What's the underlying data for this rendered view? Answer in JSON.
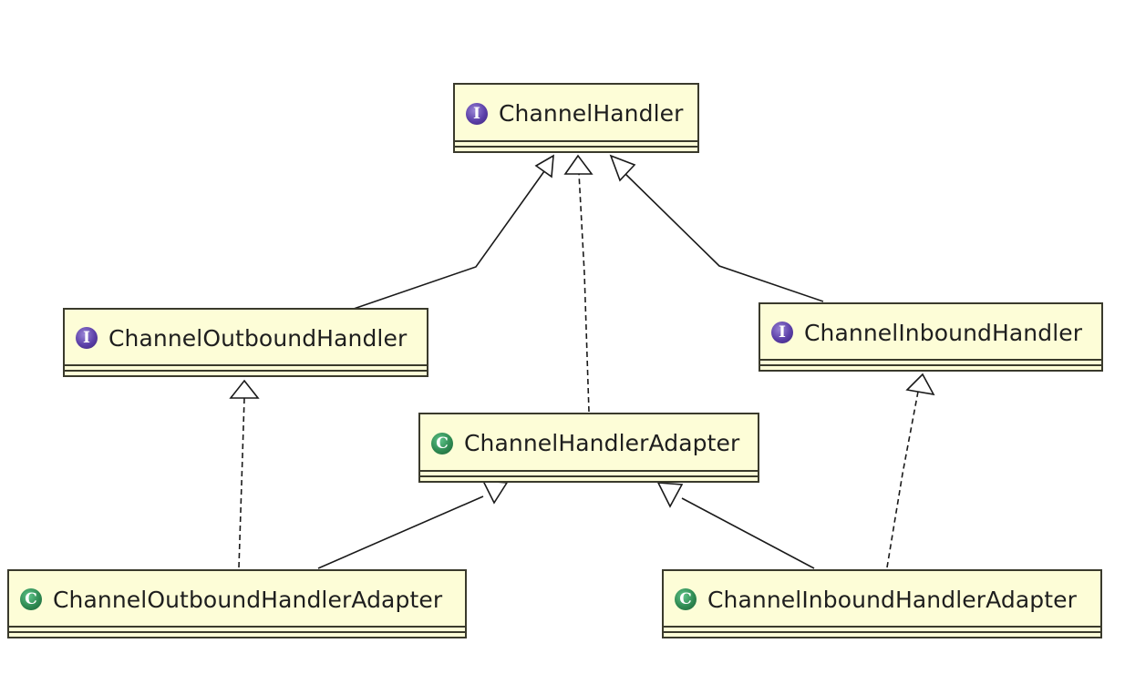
{
  "diagram": {
    "nodes": {
      "channel_handler": {
        "name": "ChannelHandler",
        "kind": "interface",
        "badge": "I"
      },
      "channel_outbound_handler": {
        "name": "ChannelOutboundHandler",
        "kind": "interface",
        "badge": "I"
      },
      "channel_inbound_handler": {
        "name": "ChannelInboundHandler",
        "kind": "interface",
        "badge": "I"
      },
      "channel_handler_adapter": {
        "name": "ChannelHandlerAdapter",
        "kind": "class",
        "badge": "C"
      },
      "channel_outbound_handler_adapter": {
        "name": "ChannelOutboundHandlerAdapter",
        "kind": "class",
        "badge": "C"
      },
      "channel_inbound_handler_adapter": {
        "name": "ChannelInboundHandlerAdapter",
        "kind": "class",
        "badge": "C"
      }
    },
    "edges": [
      {
        "from": "channel_outbound_handler",
        "to": "channel_handler",
        "type": "generalization"
      },
      {
        "from": "channel_inbound_handler",
        "to": "channel_handler",
        "type": "generalization"
      },
      {
        "from": "channel_handler_adapter",
        "to": "channel_handler",
        "type": "realization"
      },
      {
        "from": "channel_outbound_handler_adapter",
        "to": "channel_handler_adapter",
        "type": "generalization"
      },
      {
        "from": "channel_inbound_handler_adapter",
        "to": "channel_handler_adapter",
        "type": "generalization"
      },
      {
        "from": "channel_outbound_handler_adapter",
        "to": "channel_outbound_handler",
        "type": "realization"
      },
      {
        "from": "channel_inbound_handler_adapter",
        "to": "channel_inbound_handler",
        "type": "realization"
      }
    ],
    "colors": {
      "box_fill": "#fdfdd7",
      "box_border": "#3a3a2c",
      "interface_badge": "#5b3fa8",
      "class_badge": "#2f8a52",
      "connector": "#1a1a1a"
    }
  }
}
